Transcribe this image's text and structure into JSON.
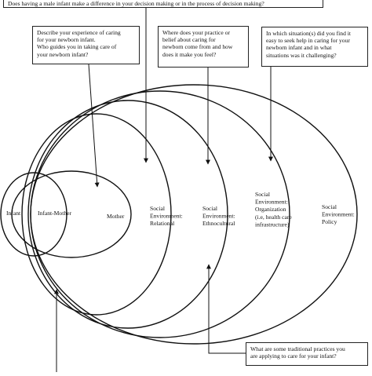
{
  "top_question": "Does having a male infant make a difference in your decision making or in the process of decision making?",
  "question_boxes": {
    "experience": [
      "Describe your experience of caring",
      "for your newborn infant.",
      "Who guides you in taking care of",
      "your newborn infant?"
    ],
    "belief": [
      "Where does your practice or",
      "belief about caring for",
      "newborn come from and how",
      "does it make you feel?"
    ],
    "help": [
      "In which situation(s) did you find it",
      "easy to seek help in caring for your",
      "newborn infant and in what",
      "situations was it challenging?"
    ],
    "traditional": [
      "What are some traditional practices you",
      "are applying to care for your infant?"
    ]
  },
  "layers": {
    "infant": [
      "Infant"
    ],
    "infant_mother": [
      "Infant-Mother"
    ],
    "mother": [
      "Mother"
    ],
    "relational": [
      "Social",
      "Environment:",
      "Relational"
    ],
    "ethnocultural": [
      "Social",
      "Environment:",
      "Ethnocultural"
    ],
    "organization": [
      "Social",
      "Environment:",
      "Organization",
      "(i.e, health care",
      "infrastructure)"
    ],
    "policy": [
      "Social",
      "Environment:",
      "Policy"
    ]
  }
}
